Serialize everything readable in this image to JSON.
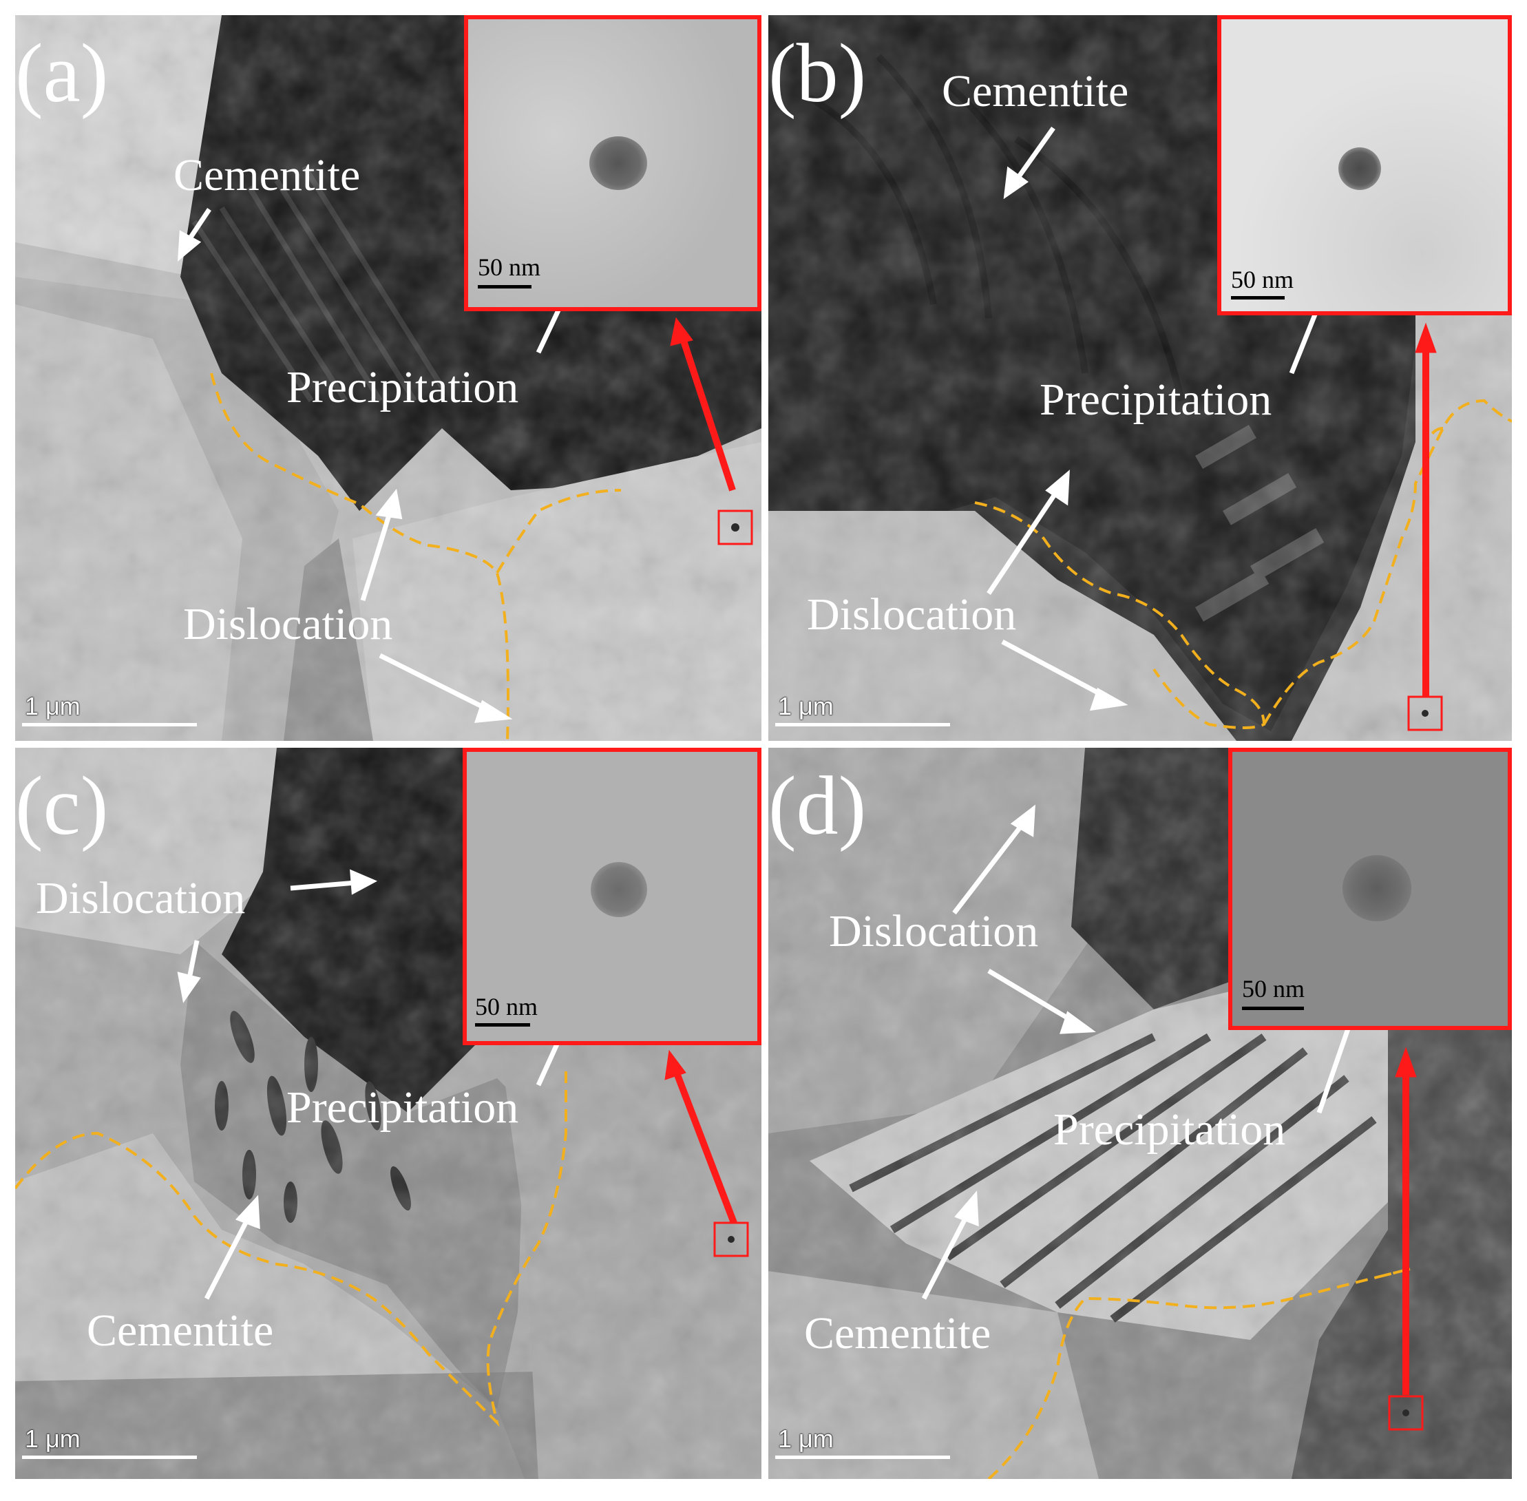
{
  "figure": {
    "panels": [
      {
        "id": "a",
        "label": "(a)",
        "scale_bar": "1 μm",
        "inset_scale": "50 nm",
        "annotations": {
          "cementite": "Cementite",
          "precipitation": "Precipitation",
          "dislocation": "Dislocation"
        }
      },
      {
        "id": "b",
        "label": "(b)",
        "scale_bar": "1 μm",
        "inset_scale": "50 nm",
        "annotations": {
          "cementite": "Cementite",
          "precipitation": "Precipitation",
          "dislocation": "Dislocation"
        }
      },
      {
        "id": "c",
        "label": "(c)",
        "scale_bar": "1 μm",
        "inset_scale": "50 nm",
        "annotations": {
          "dislocation": "Dislocation",
          "precipitation": "Precipitation",
          "cementite": "Cementite"
        }
      },
      {
        "id": "d",
        "label": "(d)",
        "scale_bar": "1 μm",
        "inset_scale": "50 nm",
        "annotations": {
          "dislocation": "Dislocation",
          "precipitation": "Precipitation",
          "cementite": "Cementite"
        }
      }
    ],
    "colors": {
      "inset_border": "#ff1a1a",
      "arrow_red": "#ff1a1a",
      "boundary": "#f2b01e",
      "label_text": "#ffffff"
    }
  }
}
